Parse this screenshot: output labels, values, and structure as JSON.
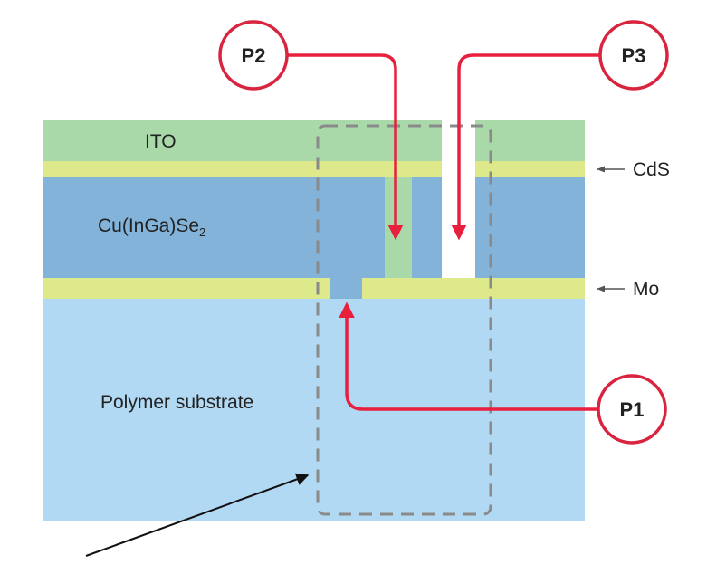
{
  "layers": {
    "ito": {
      "label": "ITO"
    },
    "cigs": {
      "label_main": "Cu(InGa)Se",
      "label_sub": "2"
    },
    "substrate": {
      "label": "Polymer substrate"
    }
  },
  "side_labels": {
    "cds": "CdS",
    "mo": "Mo"
  },
  "markers": {
    "p1": "P1",
    "p2": "P2",
    "p3": "P3"
  },
  "colors": {
    "ito": "#a9d9a9",
    "cds": "#dde98a",
    "cigs": "#83b3d9",
    "mo": "#dde98a",
    "substrate": "#b1d9f3",
    "scribe_line": "#e8203e",
    "marker_outline": "#d9243f",
    "dashed_box": "#8a8a8a"
  }
}
